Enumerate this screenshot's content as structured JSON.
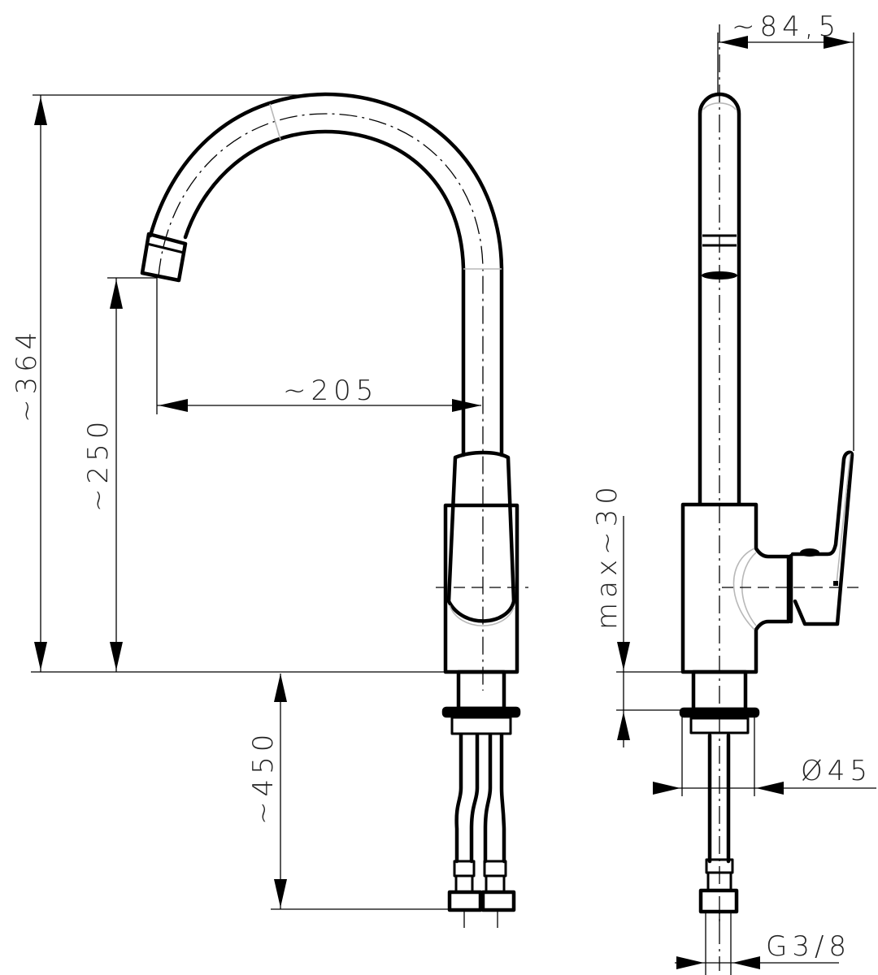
{
  "drawing": {
    "title": "Kitchen faucet technical drawing",
    "views": [
      "front-view",
      "side-view"
    ],
    "line_color": "#000000",
    "ghost_line_color": "#b8b8b8",
    "background": "#ffffff"
  },
  "dimensions": {
    "total_height": "~364",
    "spout_height": "~250",
    "spout_reach": "~205",
    "hose_length": "~450",
    "side_depth": "~84,5",
    "max_counter_thickness": "max~30",
    "base_diameter": "Ø45",
    "connection_thread": "G3/8"
  }
}
